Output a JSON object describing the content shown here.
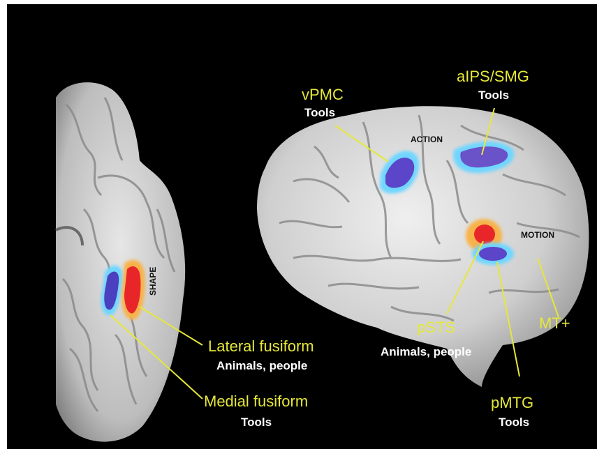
{
  "colors": {
    "background": "#000000",
    "label_yellow": "#e6e83a",
    "label_white": "#ffffff",
    "activation_tools": "#5b45c8",
    "activation_tools_halo": "#6fd6ff",
    "activation_animals": "#ee2a2a",
    "activation_animals_halo": "#f7b24a"
  },
  "regions": {
    "vpmc": {
      "name": "vPMC",
      "category": "Tools"
    },
    "aips": {
      "name": "aIPS/SMG",
      "category": "Tools"
    },
    "psts": {
      "name": "pSTS",
      "category": "Animals, people"
    },
    "pmtg": {
      "name": "pMTG",
      "category": "Tools"
    },
    "mt": {
      "name": "MT+"
    },
    "lateral_fusiform": {
      "name": "Lateral fusiform",
      "category": "Animals, people"
    },
    "medial_fusiform": {
      "name": "Medial fusiform",
      "category": "Tools"
    }
  },
  "brain_labels": {
    "action": "ACTION",
    "motion": "MOTION",
    "shape": "SHAPE"
  }
}
